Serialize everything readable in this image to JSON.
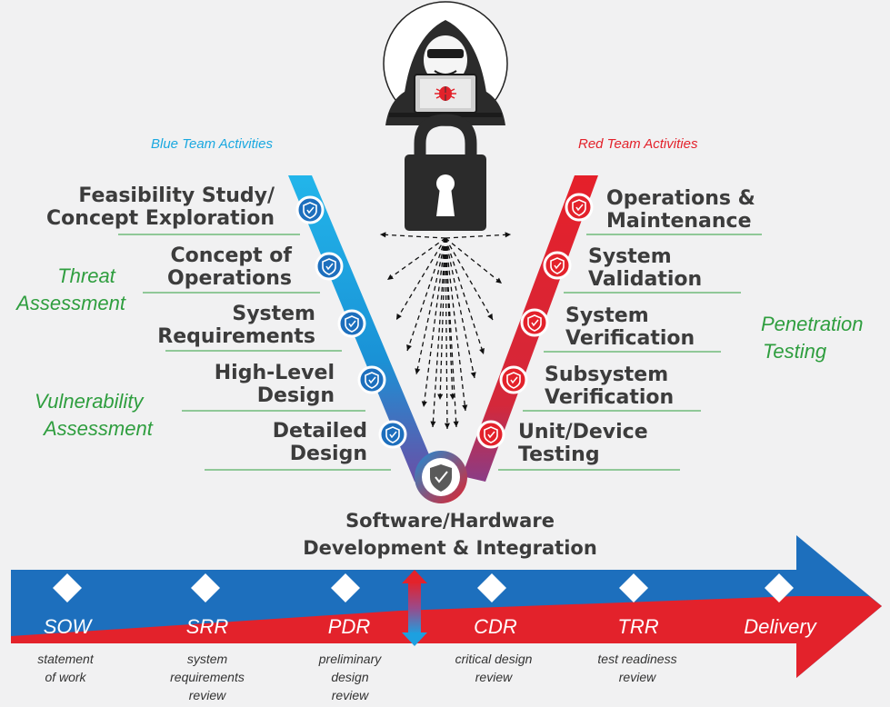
{
  "blue_team": "Blue Team Activities",
  "red_team": "Red Team Activities",
  "left_steps": [
    {
      "l1": "Feasibility Study/",
      "l2": "Concept Exploration"
    },
    {
      "l1": "Concept of",
      "l2": "Operations"
    },
    {
      "l1": "System",
      "l2": "Requirements"
    },
    {
      "l1": "High-Level",
      "l2": "Design"
    },
    {
      "l1": "Detailed",
      "l2": "Design"
    }
  ],
  "right_steps": [
    {
      "l1": "Operations &",
      "l2": "Maintenance"
    },
    {
      "l1": "System",
      "l2": "Validation"
    },
    {
      "l1": "System",
      "l2": "Verification"
    },
    {
      "l1": "Subsystem",
      "l2": "Verification"
    },
    {
      "l1": "Unit/Device",
      "l2": "Testing"
    }
  ],
  "threat": {
    "l1": "Threat",
    "l2": "Assessment"
  },
  "vulnerability": {
    "l1": "Vulnerability",
    "l2": "Assessment"
  },
  "penetration": {
    "l1": "Penetration",
    "l2": "Testing"
  },
  "center": {
    "l1": "Software/Hardware",
    "l2": "Development & Integration"
  },
  "milestones": [
    {
      "code": "SOW",
      "d1": "statement",
      "d2": "of work",
      "d3": ""
    },
    {
      "code": "SRR",
      "d1": "system",
      "d2": "requirements",
      "d3": "review"
    },
    {
      "code": "PDR",
      "d1": "preliminary",
      "d2": "design",
      "d3": "review"
    },
    {
      "code": "CDR",
      "d1": "critical design",
      "d2": "review",
      "d3": ""
    },
    {
      "code": "TRR",
      "d1": "test readiness",
      "d2": "review",
      "d3": ""
    },
    {
      "code": "Delivery",
      "d1": "",
      "d2": "",
      "d3": ""
    }
  ],
  "colors": {
    "blue": "#1d6fbd",
    "cyan": "#1aa8e0",
    "red": "#e3222b",
    "green": "#2f9e3f",
    "text": "#3c3c3c"
  },
  "icons": [
    "hacker-icon",
    "bug-icon",
    "padlock-icon",
    "shield-check-icon"
  ]
}
